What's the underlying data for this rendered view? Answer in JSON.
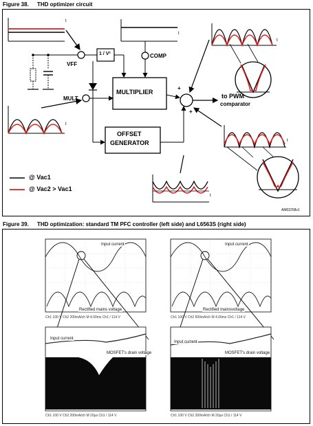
{
  "fig38": {
    "number": "Figure 38.",
    "title": "THD optimizer circuit",
    "labels": {
      "vff": "VFF",
      "mult": "MULT",
      "inv_v2": "1 / V²",
      "comp": "COMP",
      "multiplier": "MULTIPLIER",
      "to_pwm": "to PWM",
      "comparator": "comparator",
      "offset1": "OFFSET",
      "offset2": "GENERATOR",
      "plus": "+",
      "t": "t"
    },
    "legend": {
      "vac1": "@ Vac1",
      "vac2": "@ Vac2 > Vac1",
      "color_vac1": "#000000",
      "color_vac2": "#e01b1b"
    },
    "code": "AM02258v1"
  },
  "fig39": {
    "number": "Figure 39.",
    "title": "THD optimization: standard TM PFC controller (left side) and L6563S (right side)",
    "left": {
      "top_labels": {
        "input_current": "Input current",
        "rectified": "Rectified mains voltage"
      },
      "bottom_labels": {
        "input_current": "Input current",
        "drain": "MOSFET's drain voltage"
      },
      "status_top": "Ch1   100 V   Ch2   200mA/ch   M 4.00ms   Ch1  /   114 V",
      "status_bottom": "Ch1   100 V   Ch2   200mA/ch   M 20μs   Ch1  /   114 V"
    },
    "right": {
      "top_labels": {
        "input_current": "Input current",
        "rectified": "Rectified mainsvoltage"
      },
      "bottom_labels": {
        "input_current": "Input current",
        "drain": "MOSFET's drain voltage"
      },
      "status_top": "Ch1   100 V   Ch2   500mA/ch   M 4.00ms   Ch1  /   114 V",
      "status_bottom": "Ch1   100 V   Ch2   200mA/ch   M 20μs   Ch1  /   114 V"
    }
  }
}
